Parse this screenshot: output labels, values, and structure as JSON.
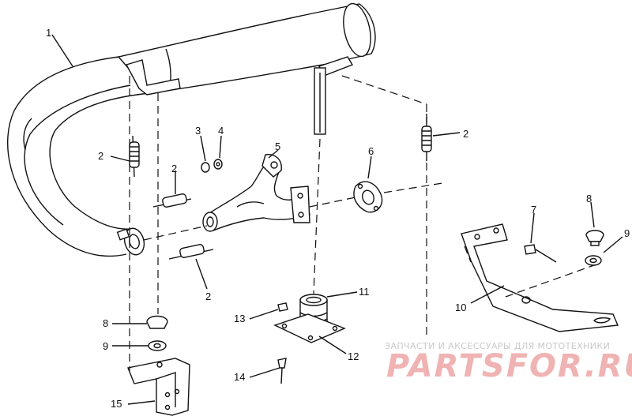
{
  "callouts": [
    {
      "id": "c1",
      "label": "1"
    },
    {
      "id": "c2a",
      "label": "2"
    },
    {
      "id": "c2b",
      "label": "2"
    },
    {
      "id": "c2c",
      "label": "2"
    },
    {
      "id": "c2d",
      "label": "2"
    },
    {
      "id": "c3",
      "label": "3"
    },
    {
      "id": "c4",
      "label": "4"
    },
    {
      "id": "c5",
      "label": "5"
    },
    {
      "id": "c6",
      "label": "6"
    },
    {
      "id": "c7",
      "label": "7"
    },
    {
      "id": "c8a",
      "label": "8"
    },
    {
      "id": "c8b",
      "label": "8"
    },
    {
      "id": "c9a",
      "label": "9"
    },
    {
      "id": "c9b",
      "label": "9"
    },
    {
      "id": "c10",
      "label": "10"
    },
    {
      "id": "c11",
      "label": "11"
    },
    {
      "id": "c12",
      "label": "12"
    },
    {
      "id": "c13",
      "label": "13"
    },
    {
      "id": "c14",
      "label": "14"
    },
    {
      "id": "c15",
      "label": "15"
    }
  ],
  "watermark": {
    "subtitle": "ЗАПЧАСТИ И АКСЕССУАРЫ ДЛЯ МОТОТЕХНИКИ",
    "logo": "PARTSFOR.RU"
  },
  "colors": {
    "line": "#111111",
    "background": "#ffffff",
    "watermark_logo": "#f0b3b3",
    "watermark_text": "#c9c9c9"
  }
}
